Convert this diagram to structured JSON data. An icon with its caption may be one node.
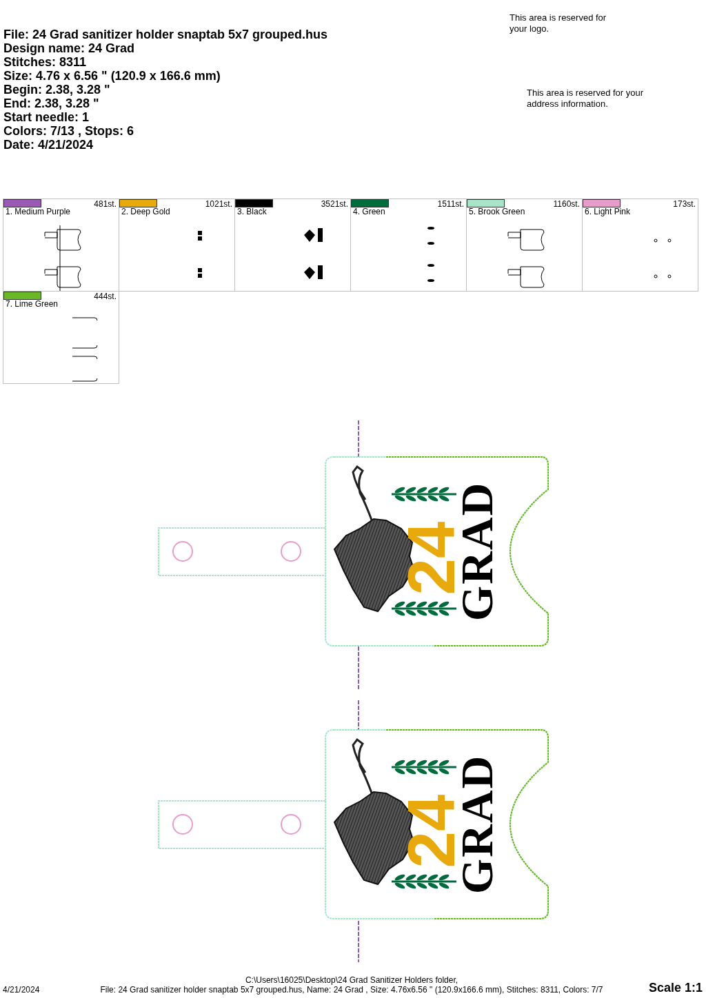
{
  "diagram": {
    "labels": [
      "File: 24 Grad sanitizer holder snaptab 5x7 grouped.hus",
      "Design name: 24 Grad",
      "Stitches: 8311",
      "Size: 4.76 x 6.56 \" (120.9 x 166.6 mm)",
      "Begin: 2.38, 3.28 \"",
      "End: 2.38, 3.28 \"",
      "Start needle: 1",
      "Colors: 7/13 , Stops: 6",
      "Date: 4/21/2024",
      "This area is reserved for your logo.",
      "This area is reserved for your address information.",
      "481st.",
      "1021st.",
      "3521st.",
      "1511st.",
      "1160st.",
      "173st.",
      "444st.",
      "24",
      "GRAD",
      "24",
      "GRAD",
      "4/21/2024",
      "C:\\Users\\16025\\Desktop\\24 Grad Sanitizer Holders folder,",
      "File: 24 Grad sanitizer holder snaptab 5x7 grouped.hus, Name: 24 Grad , Size: 4.76x6.56 \" (120.9x166.6 mm), Stitches: 8311, Colors: 7/7",
      "Scale 1:1"
    ],
    "legend": [
      {
        "text": "1. Medium Purple",
        "color": "#9b59b6"
      },
      {
        "text": "2. Deep Gold",
        "color": "#e8a90c"
      },
      {
        "text": "3. Black",
        "color": "#000000"
      },
      {
        "text": "4. Green",
        "color": "#006b3c"
      },
      {
        "text": "5. Brook Green",
        "color": "#a8e4c8"
      },
      {
        "text": "6. Light Pink",
        "color": "#e89ccc"
      },
      {
        "text": "7. Lime Green",
        "color": "#6ab825"
      }
    ]
  }
}
